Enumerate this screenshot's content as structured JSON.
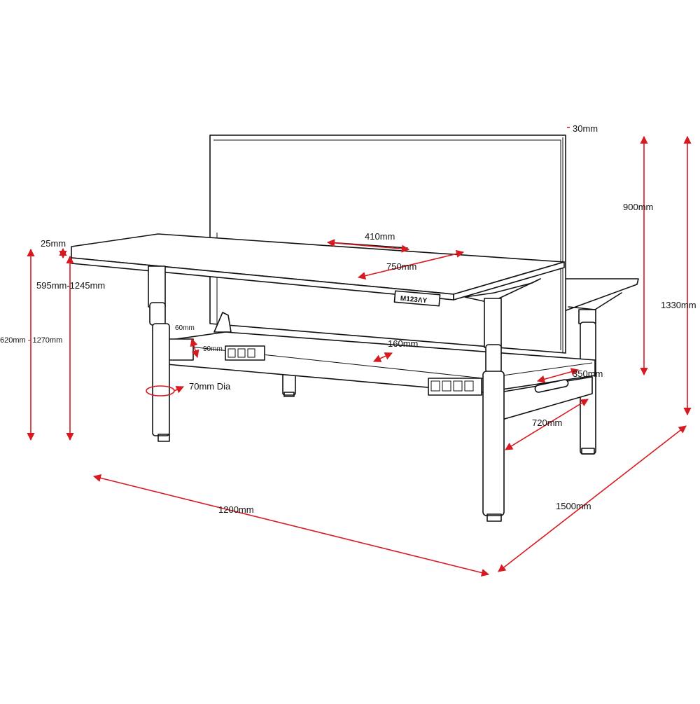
{
  "diagram": {
    "accent_color": "#d71920",
    "line_color": "#111111",
    "control_panel_text": "M123ΛY",
    "dimensions": {
      "screen_thickness": "30mm",
      "screen_height": "900mm",
      "total_height": "1330mm",
      "top_thickness": "25mm",
      "height_range_top": "595mm-1245mm",
      "height_range_total": "620mm - 1270mm",
      "cable_tray_height": "60mm",
      "beam_height": "90mm",
      "leg_diameter": "70mm Dia",
      "grommet_width": "410mm",
      "desk_depth": "750mm",
      "beam_width": "160mm",
      "foot_offset": "350mm",
      "foot_length": "720mm",
      "desk_width": "1200mm",
      "overall_depth": "1500mm"
    }
  }
}
